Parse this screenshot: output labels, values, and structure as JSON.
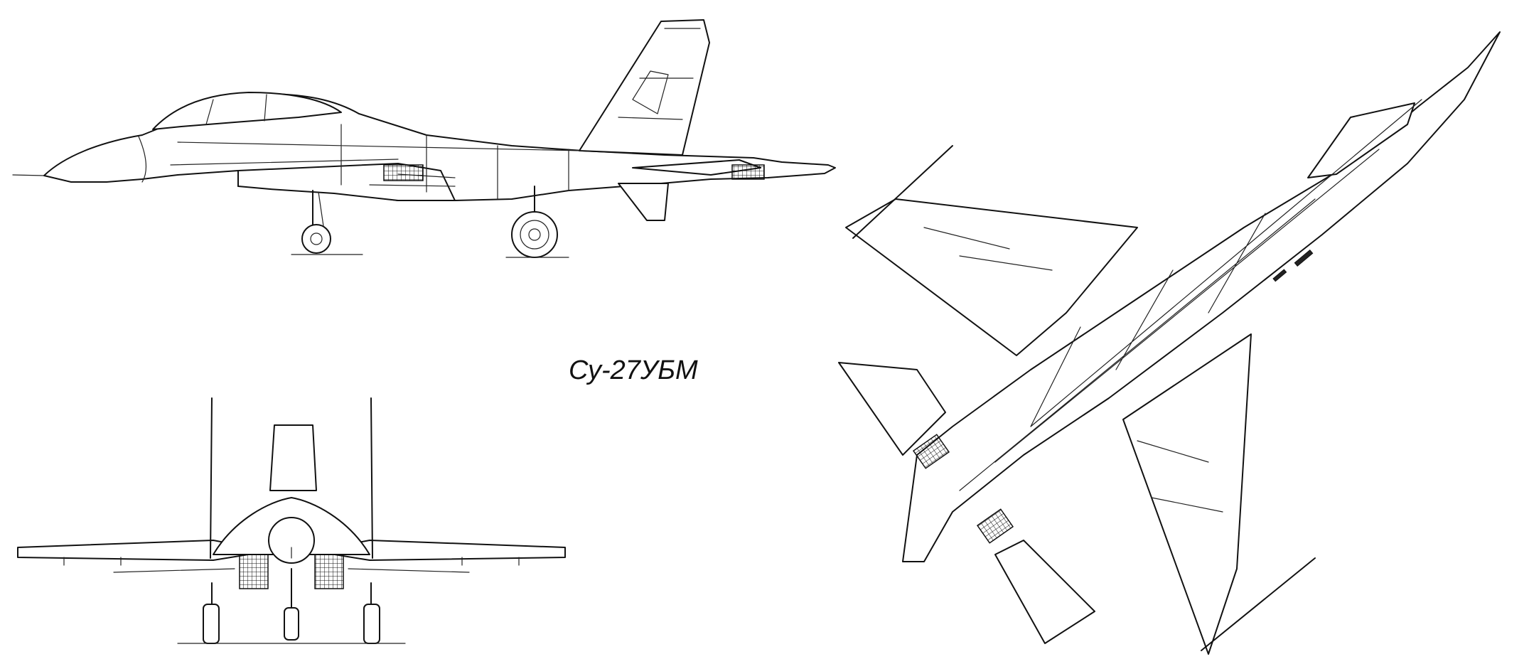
{
  "caption": "Су-27УБМ",
  "views": [
    {
      "id": "side",
      "icon": "aircraft-side-view-icon"
    },
    {
      "id": "front",
      "icon": "aircraft-front-view-icon"
    },
    {
      "id": "top",
      "icon": "aircraft-top-view-icon"
    }
  ],
  "colors": {
    "line": "#111111",
    "background": "#ffffff"
  }
}
